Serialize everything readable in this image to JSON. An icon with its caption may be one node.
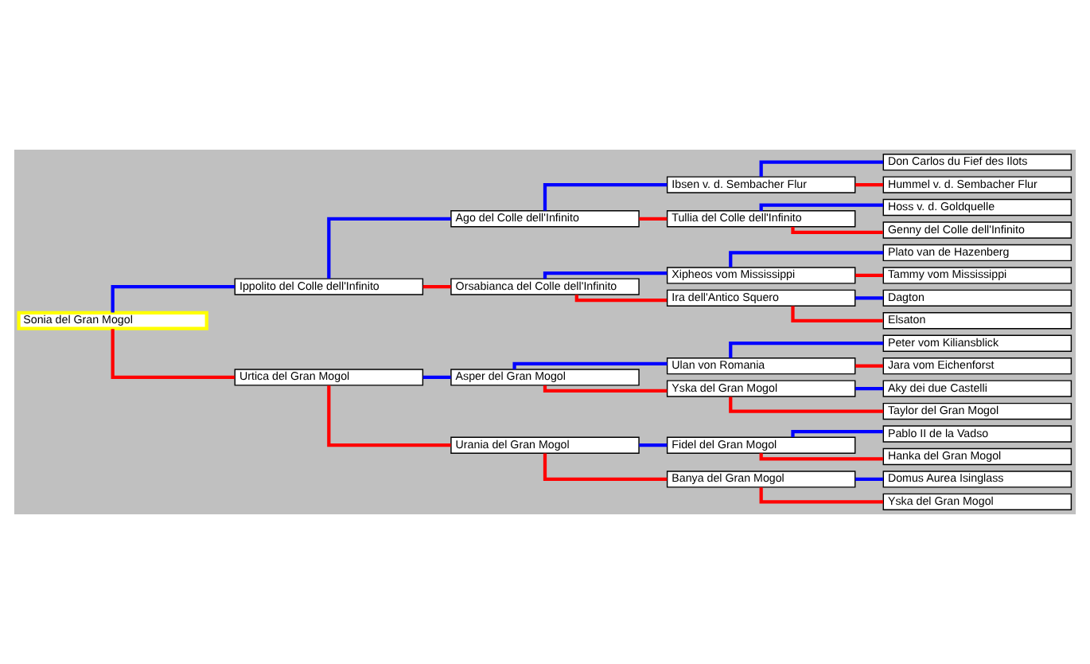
{
  "diagram": {
    "nodes": [
      {
        "text": [
          "Don Carlos du Fief des Ilots"
        ]
      },
      {
        "text": [
          "Ibsen v. d. Sembacher Flur"
        ]
      },
      {
        "text": [
          "Hummel v. d. Sembacher Flur"
        ]
      },
      {
        "text": [
          "Ago del Colle dell'Infinito"
        ]
      },
      {
        "text": [
          "Hoss v. d. Goldquelle"
        ]
      },
      {
        "text": [
          "Tullia del Colle dell'Infinito"
        ]
      },
      {
        "text": [
          "Genny del Colle dell'Infinito"
        ]
      },
      {
        "text": [
          "Ippolito del Colle dell'Infinito"
        ]
      },
      {
        "text": [
          "Plato van de Hazenberg"
        ]
      },
      {
        "text": [
          "Xipheos vom Mississippi"
        ]
      },
      {
        "text": [
          "Tammy vom Mississippi"
        ]
      },
      {
        "text": [
          "Orsabianca del Colle dell'Infinito"
        ]
      },
      {
        "text": [
          "Dagton"
        ]
      },
      {
        "text": [
          "Ira dell'Antico Squero"
        ]
      },
      {
        "text": [
          "Elsaton"
        ]
      },
      {
        "text": [
          "Sonia del Gran Mogol"
        ]
      },
      {
        "text": [
          "Peter vom Kiliansblick"
        ]
      },
      {
        "text": [
          "Ulan von Romania"
        ]
      },
      {
        "text": [
          "Jara vom Eichenforst"
        ]
      },
      {
        "text": [
          "Asper del Gran Mogol"
        ]
      },
      {
        "text": [
          "Aky dei due Castelli"
        ]
      },
      {
        "text": [
          "Yska del Gran Mogol"
        ]
      },
      {
        "text": [
          "Taylor del Gran Mogol"
        ]
      },
      {
        "text": [
          "Urtica del Gran Mogol"
        ]
      },
      {
        "text": [
          "Pablo II de la Vadso"
        ]
      },
      {
        "text": [
          "Fidel del Gran Mogol"
        ]
      },
      {
        "text": [
          "Hanka del Gran Mogol"
        ]
      },
      {
        "text": [
          "Urania del Gran Mogol"
        ]
      },
      {
        "text": [
          "Domus Aurea Isinglass"
        ]
      },
      {
        "text": [
          "Banya del Gran Mogol"
        ]
      },
      {
        "text": [
          "Yska del Gran Mogol"
        ]
      }
    ],
    "edges": [
      {
        "from": 15,
        "to": 7,
        "arrow": "none",
        "color": "#0000ff"
      },
      {
        "from": 15,
        "to": 23,
        "arrow": "none",
        "color": "#ff0000"
      },
      {
        "from": 7,
        "to": 3,
        "arrow": "none",
        "color": "#0000ff"
      },
      {
        "from": 7,
        "to": 11,
        "arrow": "none",
        "color": "#ff0000"
      },
      {
        "from": 3,
        "to": 1,
        "arrow": "none",
        "color": "#0000ff"
      },
      {
        "from": 3,
        "to": 5,
        "arrow": "none",
        "color": "#ff0000"
      },
      {
        "from": 1,
        "to": 0,
        "arrow": "none",
        "color": "#0000ff"
      },
      {
        "from": 1,
        "to": 2,
        "arrow": "none",
        "color": "#ff0000"
      },
      {
        "from": 5,
        "to": 4,
        "arrow": "none",
        "color": "#0000ff"
      },
      {
        "from": 5,
        "to": 6,
        "arrow": "none",
        "color": "#ff0000"
      },
      {
        "from": 11,
        "to": 9,
        "arrow": "none",
        "color": "#0000ff"
      },
      {
        "from": 11,
        "to": 13,
        "arrow": "none",
        "color": "#ff0000"
      },
      {
        "from": 9,
        "to": 8,
        "arrow": "none",
        "color": "#0000ff"
      },
      {
        "from": 9,
        "to": 10,
        "arrow": "none",
        "color": "#ff0000"
      },
      {
        "from": 13,
        "to": 12,
        "arrow": "none",
        "color": "#0000ff"
      },
      {
        "from": 13,
        "to": 14,
        "arrow": "none",
        "color": "#ff0000"
      },
      {
        "from": 23,
        "to": 19,
        "arrow": "none",
        "color": "#0000ff"
      },
      {
        "from": 23,
        "to": 27,
        "arrow": "none",
        "color": "#ff0000"
      },
      {
        "from": 19,
        "to": 17,
        "arrow": "none",
        "color": "#0000ff"
      },
      {
        "from": 19,
        "to": 21,
        "arrow": "none",
        "color": "#ff0000"
      },
      {
        "from": 17,
        "to": 16,
        "arrow": "none",
        "color": "#0000ff"
      },
      {
        "from": 17,
        "to": 18,
        "arrow": "none",
        "color": "#ff0000"
      },
      {
        "from": 21,
        "to": 20,
        "arrow": "none",
        "color": "#0000ff"
      },
      {
        "from": 21,
        "to": 22,
        "arrow": "none",
        "color": "#ff0000"
      },
      {
        "from": 27,
        "to": 25,
        "arrow": "none",
        "color": "#0000ff"
      },
      {
        "from": 27,
        "to": 29,
        "arrow": "none",
        "color": "#ff0000"
      },
      {
        "from": 25,
        "to": 24,
        "arrow": "none",
        "color": "#0000ff"
      },
      {
        "from": 25,
        "to": 26,
        "arrow": "none",
        "color": "#ff0000"
      },
      {
        "from": 29,
        "to": 28,
        "arrow": "none",
        "color": "#0000ff"
      },
      {
        "from": 29,
        "to": 30,
        "arrow": "none",
        "color": "#ff0000"
      }
    ]
  }
}
